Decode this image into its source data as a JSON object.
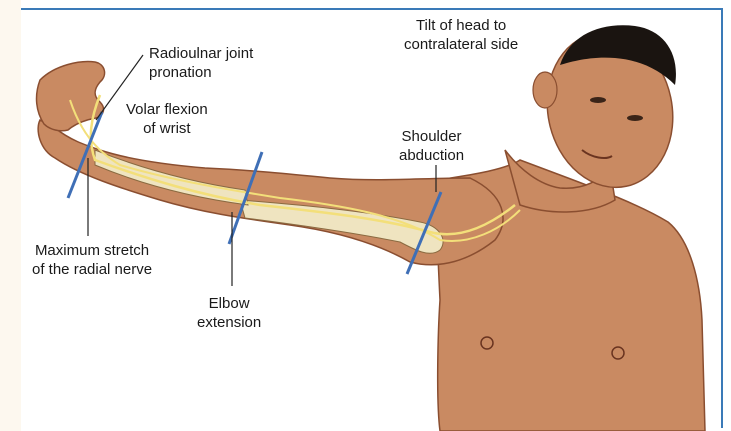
{
  "labels": {
    "tilt": "Tilt of head to\ncontralateral side",
    "radioulnar": "Radioulnar joint\npronation",
    "volar": "Volar flexion\nof wrist",
    "shoulder": "Shoulder\nabduction",
    "maximum": "Maximum stretch\nof the radial nerve",
    "elbow": "Elbow\nextension"
  },
  "colors": {
    "skin": "#c98a62",
    "skin_dark": "#8a4e30",
    "bone": "#efe4c0",
    "nerve": "#f3df7a",
    "marker_line": "#3f6fb6",
    "frame": "#3a7ab8",
    "hair": "#1a1410"
  }
}
